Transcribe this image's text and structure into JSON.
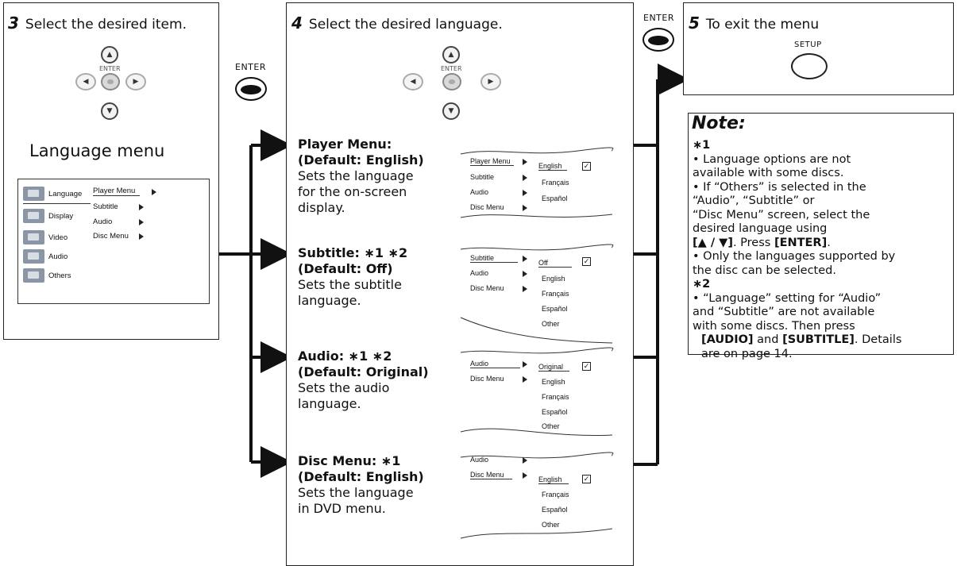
{
  "step3": {
    "num": "3",
    "title": "Select the desired item.",
    "enter_label": "ENTER",
    "menu_title": "Language menu"
  },
  "menu_shot": {
    "tabs": [
      "Language",
      "Display",
      "Video",
      "Audio",
      "Others"
    ],
    "items": [
      "Player Menu",
      "Subtitle",
      "Audio",
      "Disc Menu"
    ]
  },
  "enter_key": {
    "label": "ENTER"
  },
  "step4": {
    "num": "4",
    "title": "Select the desired language.",
    "enter_label": "ENTER"
  },
  "options": [
    {
      "heading": "Player Menu:",
      "default": "(Default: English)",
      "desc1": "Sets the language",
      "desc2": "for the on-screen",
      "desc3": "display."
    },
    {
      "heading": "Subtitle: ∗1 ∗2",
      "default": "(Default: Off)",
      "desc1": "Sets the subtitle",
      "desc2": "language.",
      "desc3": ""
    },
    {
      "heading": "Audio: ∗1 ∗2",
      "default": "(Default: Original)",
      "desc1": "Sets the audio",
      "desc2": "language.",
      "desc3": ""
    },
    {
      "heading": "Disc Menu: ∗1",
      "default": "(Default: English)",
      "desc1": "Sets the language",
      "desc2": "in DVD menu.",
      "desc3": ""
    }
  ],
  "mini_menus": [
    {
      "items": [
        "Player Menu",
        "Subtitle",
        "Audio",
        "Disc Menu"
      ],
      "values": [
        "English",
        "Français",
        "Español"
      ]
    },
    {
      "items": [
        "Subtitle",
        "Audio",
        "Disc Menu"
      ],
      "values": [
        "Off",
        "English",
        "Français",
        "Español",
        "Other"
      ]
    },
    {
      "items": [
        "Audio",
        "Disc Menu"
      ],
      "values": [
        "Original",
        "English",
        "Français",
        "Español",
        "Other"
      ]
    },
    {
      "items": [
        "Audio",
        "Disc Menu"
      ],
      "values": [
        "English",
        "Français",
        "Español",
        "Other"
      ]
    }
  ],
  "enter_key2": {
    "label": "ENTER"
  },
  "step5": {
    "num": "5",
    "title": "To exit the menu",
    "setup_label": "SETUP"
  },
  "note": {
    "title": "Note:",
    "mark1": "∗1",
    "l1": "• Language options are not",
    "l2": "   available with some discs.",
    "l3": "• If “Others” is selected in the",
    "l4": "   “Audio”, “Subtitle” or",
    "l5": "   “Disc Menu” screen, select the",
    "l6": "   desired language using",
    "l7a": "   [▲ / ▼]",
    "l7b": ". Press ",
    "l7c": "[ENTER]",
    "l7d": ".",
    "l8": "• Only the languages supported by",
    "l9": "   the disc can be selected.",
    "mark2": "∗2",
    "l10": "• “Language” setting for “Audio”",
    "l11": "   and “Subtitle” are not available",
    "l12": "   with some discs. Then press",
    "l13a": "[AUDIO]",
    "l13b": " and ",
    "l13c": "[SUBTITLE]",
    "l13d": ". Details",
    "l14": "are on page 14."
  }
}
